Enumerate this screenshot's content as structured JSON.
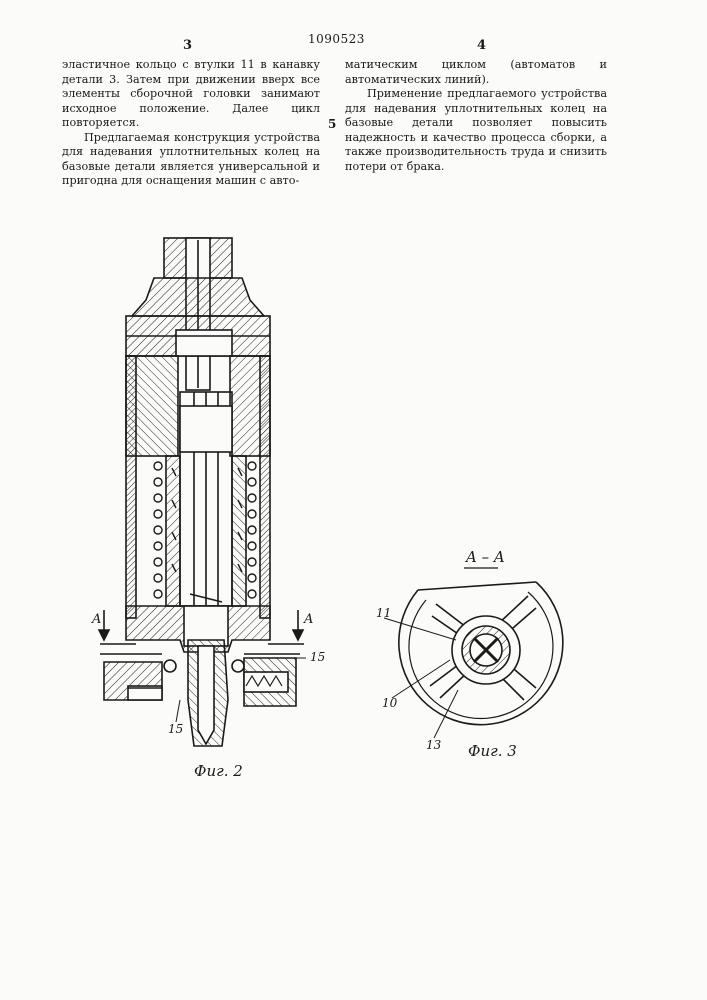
{
  "header": {
    "patent_number": "1090523",
    "column_left_number": "3",
    "column_right_number": "4",
    "line_marker": "5"
  },
  "left_column": {
    "paragraph_1": "эластичное кольцо с втулки 11 в канавку детали 3. Затем при движении вверх все элементы сборочной головки занимают исходное положение. Далее цикл повторяется.",
    "paragraph_2": "Предлагаемая конструкция устройства для надевания уплотнительных колец на базовые детали является универсальной и пригодна для оснащения машин с авто-"
  },
  "right_column": {
    "paragraph_1": "матическим циклом (автоматов и автоматических линий).",
    "paragraph_2": "Применение предлагаемого устройства для надевания уплотнительных колец на базовые детали позволяет повысить надежность и качество процесса сборки, а также производительность труда и снизить потери от брака."
  },
  "figure_2": {
    "caption": "Фиг. 2",
    "section_mark_left": "A",
    "section_mark_right": "A",
    "label_15_right": "15",
    "label_15_bottom": "15"
  },
  "figure_3": {
    "caption": "Фиг. 3",
    "section_title": "A – A",
    "label_11": "11",
    "label_10": "10",
    "label_13": "13"
  }
}
